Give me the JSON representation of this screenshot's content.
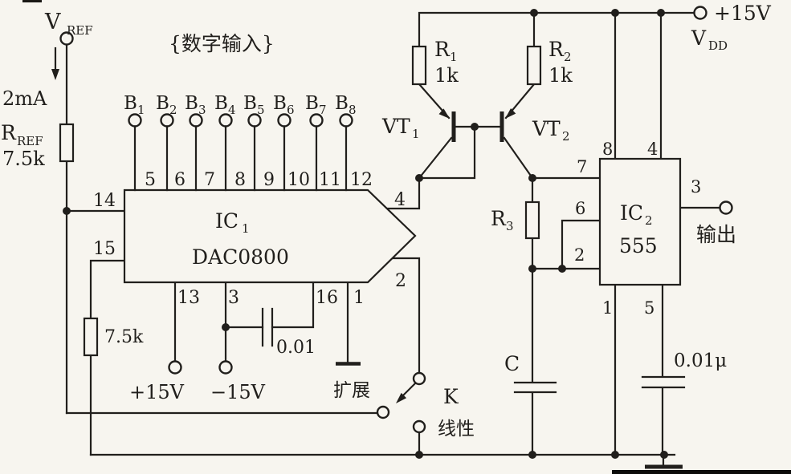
{
  "colors": {
    "ink": "#211f1c",
    "paper": "#f7f5ef"
  },
  "reference": {
    "vref_base": "V",
    "vref_sub": "REF",
    "current": "2mA",
    "rref_base": "R",
    "rref_sub": "REF",
    "rref_value": "7.5k"
  },
  "header": {
    "digital_input": "{数字输入}"
  },
  "bits": [
    {
      "base": "B",
      "sub": "1",
      "pin": "5"
    },
    {
      "base": "B",
      "sub": "2",
      "pin": "6"
    },
    {
      "base": "B",
      "sub": "3",
      "pin": "7"
    },
    {
      "base": "B",
      "sub": "4",
      "pin": "8"
    },
    {
      "base": "B",
      "sub": "5",
      "pin": "9"
    },
    {
      "base": "B",
      "sub": "6",
      "pin": "10"
    },
    {
      "base": "B",
      "sub": "7",
      "pin": "11"
    },
    {
      "base": "B",
      "sub": "8",
      "pin": "12"
    }
  ],
  "dac": {
    "name_base": "IC",
    "name_sub": "1",
    "part": "DAC0800",
    "pin14": "14",
    "pin15": "15",
    "pin4": "4",
    "pin2": "2",
    "pin13": "13",
    "pin3": "3",
    "pin16": "16",
    "pin1": "1",
    "comp_cap": "0.01",
    "supply_pos": "+15V",
    "supply_neg": "−15V",
    "r15_value": "7.5k",
    "expand": "扩展"
  },
  "switch": {
    "name": "K",
    "mode": "线性"
  },
  "mirror": {
    "r1_base": "R",
    "r1_sub": "1",
    "r1_value": "1k",
    "r2_base": "R",
    "r2_sub": "2",
    "r2_value": "1k",
    "vt1_base": "VT",
    "vt1_sub": "1",
    "vt2_base": "VT",
    "vt2_sub": "2"
  },
  "timer": {
    "name_base": "IC",
    "name_sub": "2",
    "part": "555",
    "r3_base": "R",
    "r3_sub": "3",
    "c_label": "C",
    "bypass_cap": "0.01μ",
    "pin8": "8",
    "pin4": "4",
    "pin7": "7",
    "pin6": "6",
    "pin2": "2",
    "pin3": "3",
    "pin1": "1",
    "pin5": "5",
    "output": "输出"
  },
  "power": {
    "rail": "+15V",
    "vdd_base": "V",
    "vdd_sub": "DD"
  }
}
